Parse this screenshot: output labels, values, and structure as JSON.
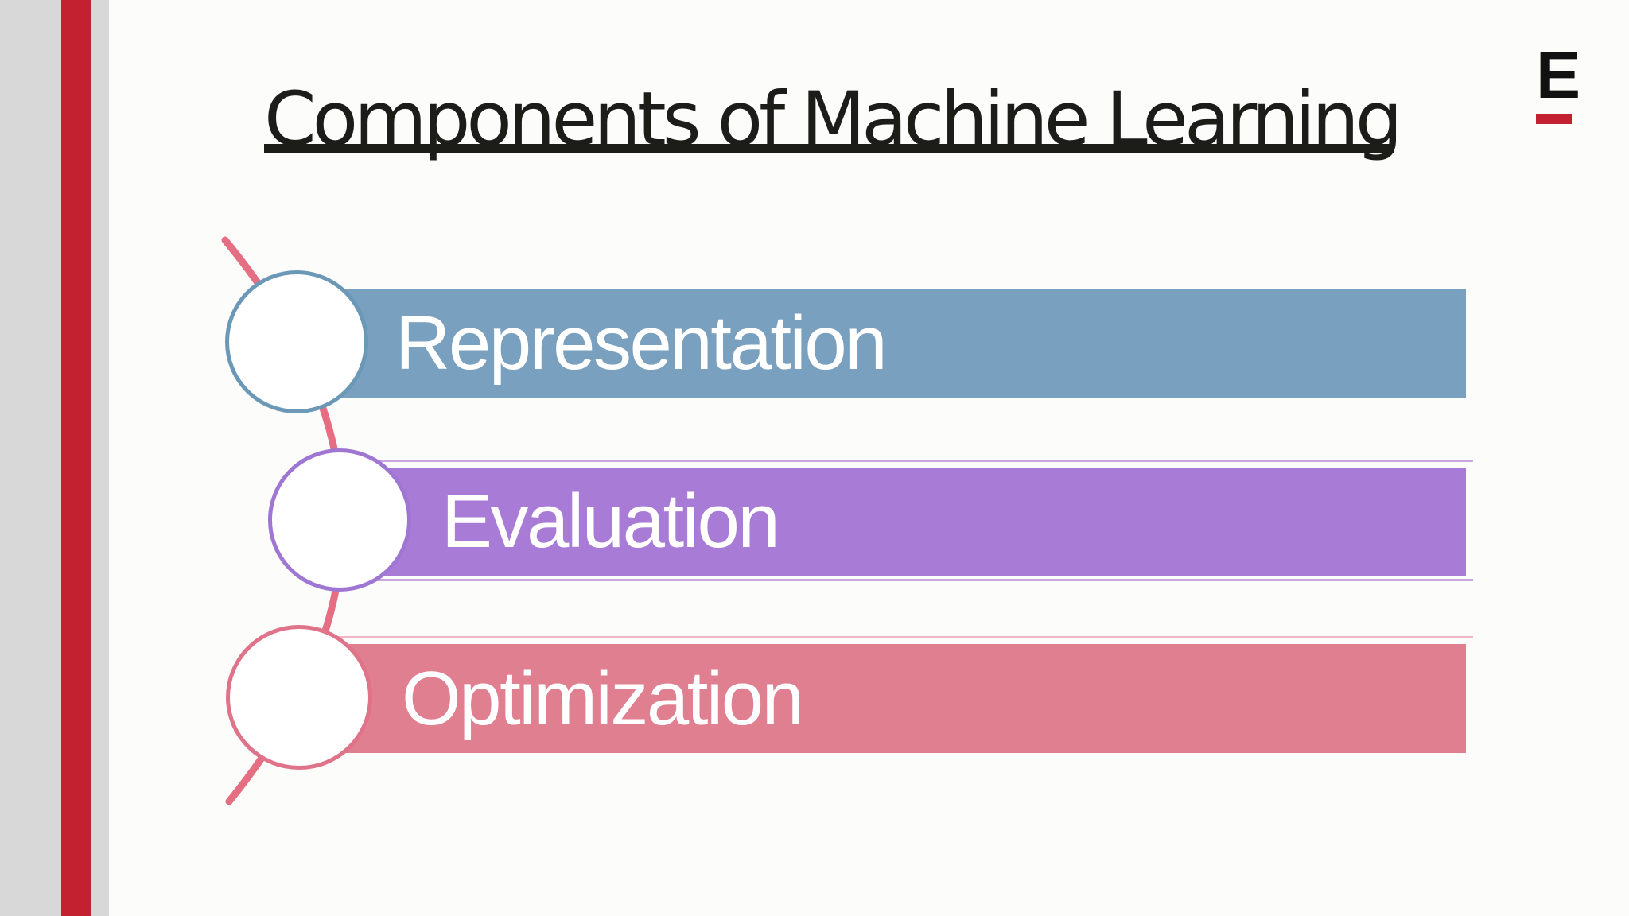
{
  "slide": {
    "background": "#fcfcfb",
    "title": {
      "text": "Components of Machine Learning",
      "color": "#1c1c18"
    },
    "logo": {
      "letter": "E",
      "letter_color": "#111111",
      "underline_color": "#c32130"
    },
    "side_stripes": {
      "gray": "#d8d8d8",
      "red": "#c32130"
    },
    "connector": {
      "color": "#e56e83"
    },
    "items": [
      {
        "label": "Representation",
        "bar_color": "#7aa0bf",
        "circle_border_color": "#6b98b6",
        "hairline_color": ""
      },
      {
        "label": "Evaluation",
        "bar_color": "#a77bd6",
        "circle_border_color": "#9f76d2",
        "hairline_color": "#c9a6df"
      },
      {
        "label": "Optimization",
        "bar_color": "#df7f90",
        "circle_border_color": "#df7389",
        "hairline_color": "#f0b6c3"
      }
    ]
  }
}
